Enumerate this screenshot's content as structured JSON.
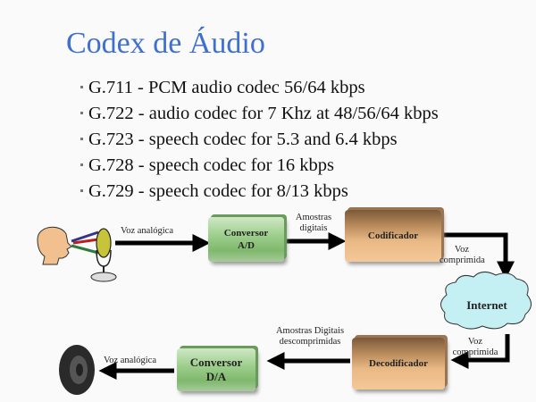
{
  "title": "Codex de Áudio",
  "bullets": [
    "G.711 - PCM audio codec 56/64 kbps",
    "G.722 - audio codec for 7 Khz at 48/56/64 kbps",
    "G.723 - speech codec for 5.3 and 6.4 kbps",
    "G.728 - speech codec for 16 kbps",
    "G.729 - speech codec for 8/13 kbps"
  ],
  "diagram": {
    "boxes": {
      "ad": "Conversor A/D",
      "encoder": "Codificador",
      "internet": "Internet",
      "decoder": "Decodificador",
      "da": "Conversor D/A"
    },
    "labels": {
      "voice_in": "Voz analógica",
      "digital_samples": "Amostras digitais",
      "compressed_out": "Voz comprimida",
      "compressed_in": "Voz comprimida",
      "decompressed_samples": "Amostras Digitais descomprimidas",
      "voice_out": "Voz analógica"
    }
  }
}
